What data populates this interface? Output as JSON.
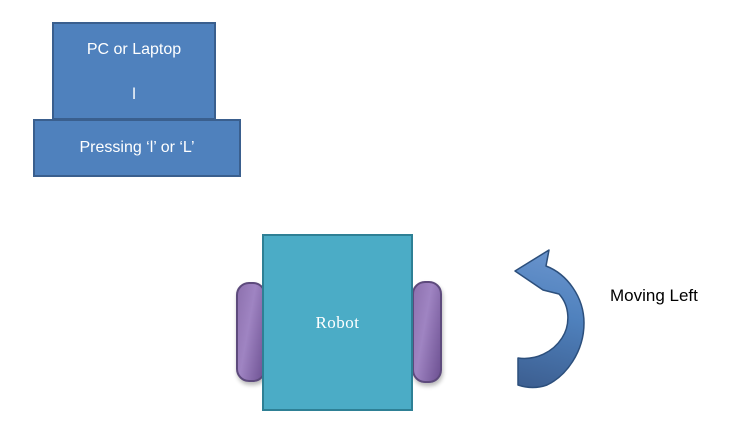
{
  "pc_box": {
    "title": "PC or Laptop",
    "key": "l"
  },
  "pressing_box": {
    "label": "Pressing ‘l’ or ‘L’"
  },
  "robot_box": {
    "label": "Robot"
  },
  "arrow": {
    "label": "Moving Left",
    "icon": "curved-left-arrow"
  },
  "colors": {
    "box_fill": "#4f81bd",
    "box_border": "#3a5f8e",
    "robot_fill": "#4bacc6",
    "robot_border": "#2e8095",
    "wheel_fill": "#8064a2",
    "wheel_border": "#5d4a7c",
    "arrow_dark": "#3c5e90",
    "arrow_mid": "#4f81bd",
    "arrow_light": "#6b95ce",
    "text_light": "#ffffff",
    "text_dark": "#000000"
  }
}
